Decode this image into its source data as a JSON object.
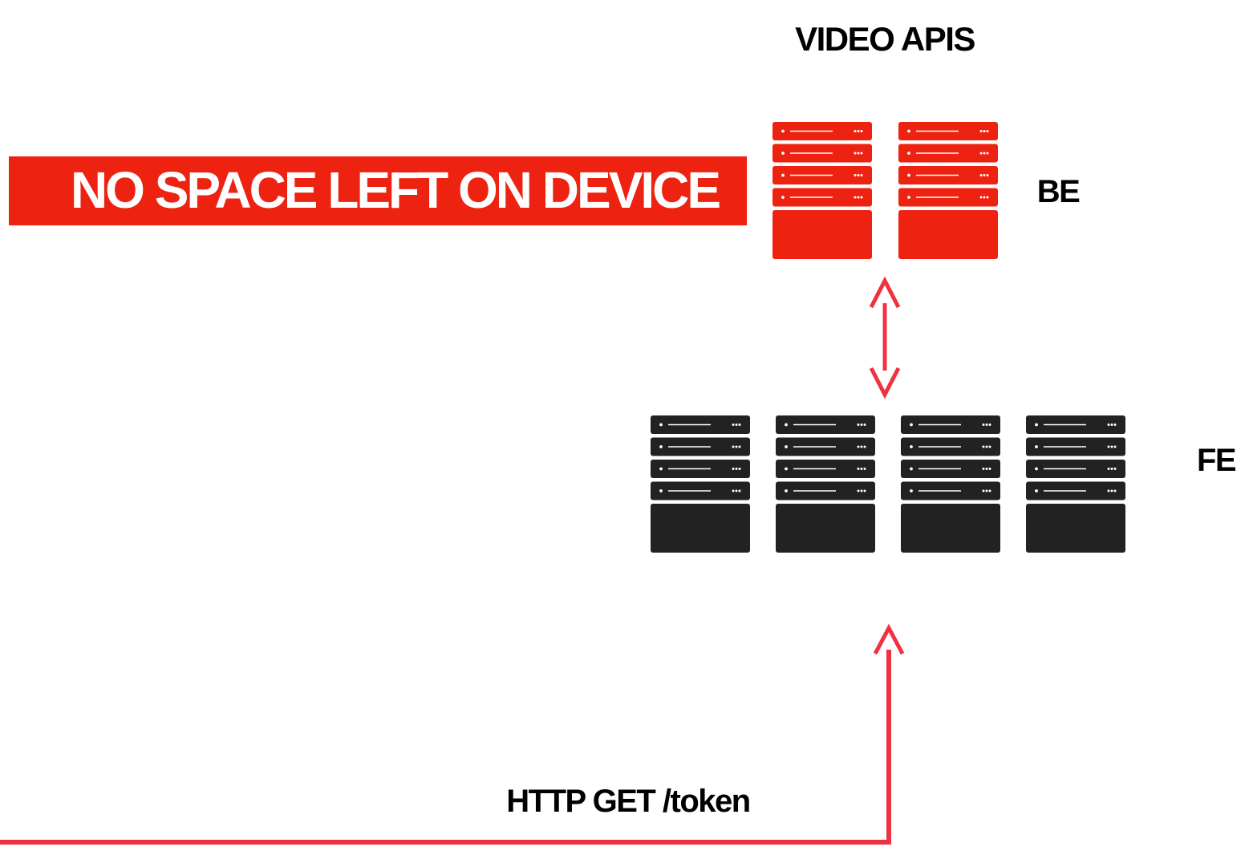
{
  "diagram": {
    "title": "VIDEO APIS",
    "alert": "NO SPACE LEFT ON DEVICE",
    "tiers": {
      "backend": {
        "label": "BE",
        "server_count": 2,
        "color": "#ee2211"
      },
      "frontend": {
        "label": "FE",
        "server_count": 4,
        "color": "#222222"
      }
    },
    "request": {
      "label": "HTTP GET /token"
    },
    "colors": {
      "arrow": "#ee3340",
      "banner": "#ee2211",
      "text": "#000000"
    }
  }
}
